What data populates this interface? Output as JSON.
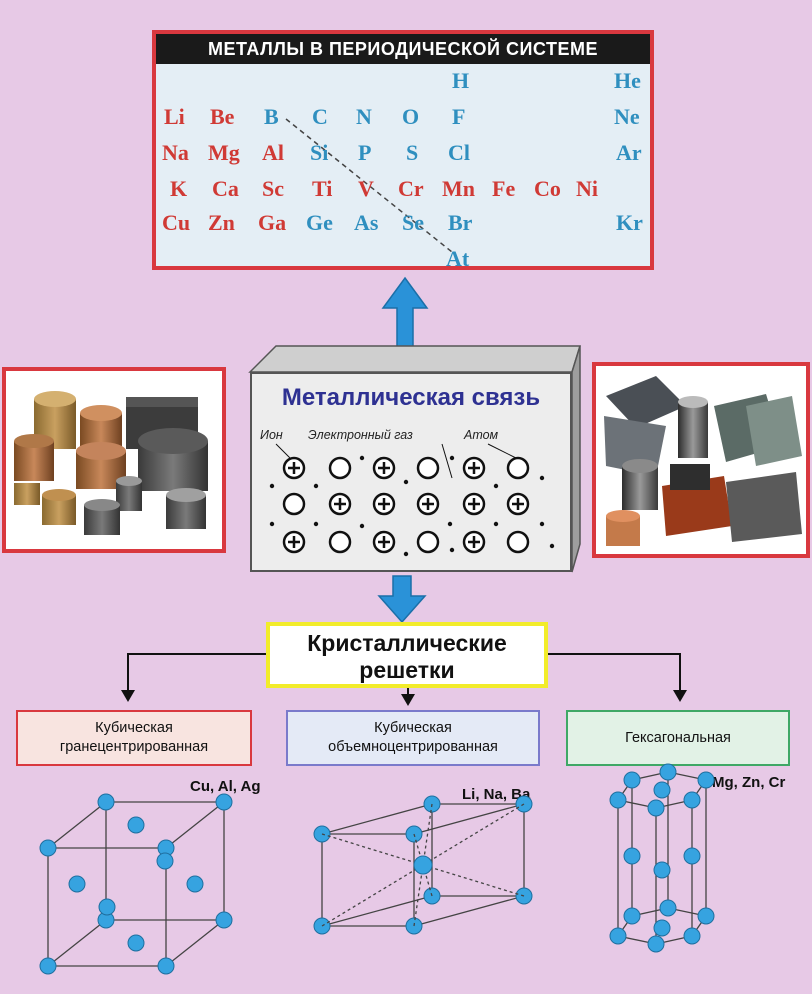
{
  "periodic_table": {
    "title": "МЕТАЛЛЫ В ПЕРИОДИЧЕСКОЙ СИСТЕМЕ",
    "elements": [
      {
        "symbol": "H",
        "type": "nonmetal"
      },
      {
        "symbol": "He",
        "type": "nonmetal"
      },
      {
        "symbol": "Li",
        "type": "metal"
      },
      {
        "symbol": "Be",
        "type": "metal"
      },
      {
        "symbol": "B",
        "type": "nonmetal"
      },
      {
        "symbol": "C",
        "type": "nonmetal"
      },
      {
        "symbol": "N",
        "type": "nonmetal"
      },
      {
        "symbol": "O",
        "type": "nonmetal"
      },
      {
        "symbol": "F",
        "type": "nonmetal"
      },
      {
        "symbol": "Ne",
        "type": "nonmetal"
      },
      {
        "symbol": "Na",
        "type": "metal"
      },
      {
        "symbol": "Mg",
        "type": "metal"
      },
      {
        "symbol": "Al",
        "type": "metal"
      },
      {
        "symbol": "Si",
        "type": "nonmetal"
      },
      {
        "symbol": "P",
        "type": "nonmetal"
      },
      {
        "symbol": "S",
        "type": "nonmetal"
      },
      {
        "symbol": "Cl",
        "type": "nonmetal"
      },
      {
        "symbol": "Ar",
        "type": "nonmetal"
      },
      {
        "symbol": "K",
        "type": "metal"
      },
      {
        "symbol": "Ca",
        "type": "metal"
      },
      {
        "symbol": "Sc",
        "type": "metal"
      },
      {
        "symbol": "Ti",
        "type": "metal"
      },
      {
        "symbol": "V",
        "type": "metal"
      },
      {
        "symbol": "Cr",
        "type": "metal"
      },
      {
        "symbol": "Mn",
        "type": "metal"
      },
      {
        "symbol": "Fe",
        "type": "metal"
      },
      {
        "symbol": "Co",
        "type": "metal"
      },
      {
        "symbol": "Ni",
        "type": "metal"
      },
      {
        "symbol": "Cu",
        "type": "metal"
      },
      {
        "symbol": "Zn",
        "type": "metal"
      },
      {
        "symbol": "Ga",
        "type": "metal"
      },
      {
        "symbol": "Ge",
        "type": "nonmetal"
      },
      {
        "symbol": "As",
        "type": "nonmetal"
      },
      {
        "symbol": "Se",
        "type": "nonmetal"
      },
      {
        "symbol": "Br",
        "type": "nonmetal"
      },
      {
        "symbol": "Kr",
        "type": "nonmetal"
      },
      {
        "symbol": "At",
        "type": "nonmetal"
      }
    ]
  },
  "bond": {
    "title": "Металлическая связь",
    "label_ion": "Ион",
    "label_gas": "Электронный газ",
    "label_atom": "Атом"
  },
  "crystal": {
    "line1": "Кристаллические",
    "line2": "решетки"
  },
  "lattices": [
    {
      "name_line1": "Кубическая",
      "name_line2": "гранецентрированная",
      "elements": "Cu, Al, Ag"
    },
    {
      "name_line1": "Кубическая",
      "name_line2": "объемноцентрированная",
      "elements": "Li, Na, Ba"
    },
    {
      "name_line1": "Гексагональная",
      "name_line2": "",
      "elements": "Mg, Zn, Cr"
    }
  ],
  "colors": {
    "metal": "#d03a35",
    "nonmetal": "#2f8fbf",
    "frame": "#d9383f",
    "arrow": "#2a92d8",
    "atom": "#36a3e0"
  }
}
